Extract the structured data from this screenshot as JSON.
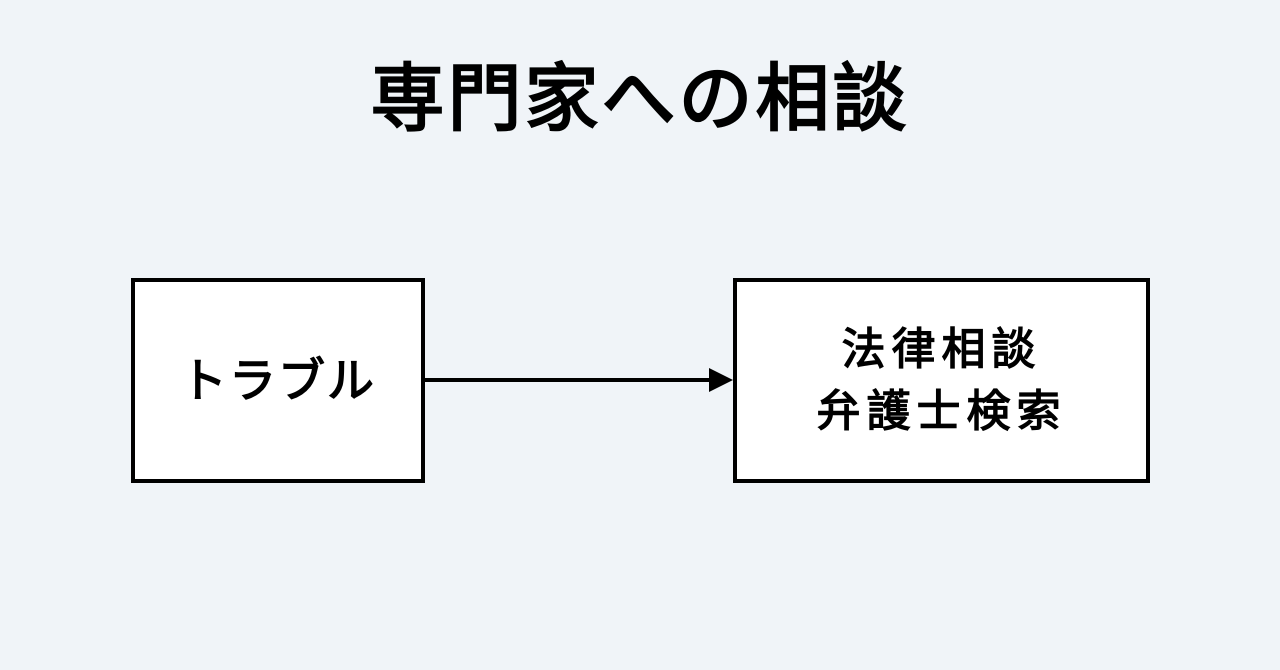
{
  "title": "専門家への相談",
  "diagram": {
    "left_box": {
      "label": "トラブル"
    },
    "right_box": {
      "lines": [
        "法律相談",
        "弁護士検索"
      ]
    },
    "connector": {
      "type": "arrow",
      "direction": "left-to-right",
      "from": "left_box",
      "to": "right_box"
    }
  },
  "colors": {
    "background": "#f0f4f8",
    "box_background": "#ffffff",
    "box_border": "#000000",
    "arrow": "#000000",
    "text": "#000000"
  }
}
